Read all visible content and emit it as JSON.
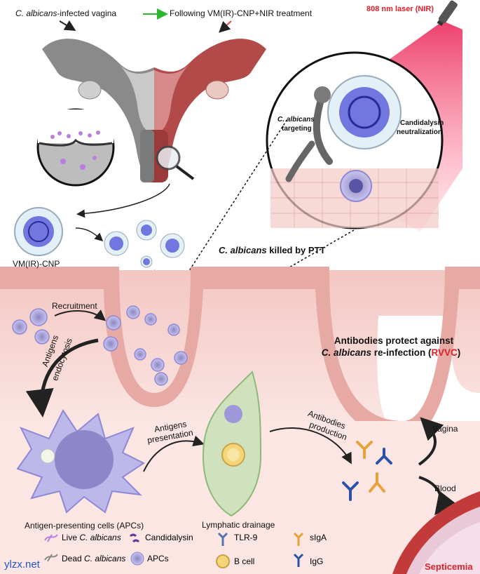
{
  "header": {
    "left_prefix": "C. albicans",
    "left_suffix": "-infected vagina",
    "right": "Following VM(IR)-CNP+NIR treatment",
    "laser": "808 nm laser (NIR)"
  },
  "zoom": {
    "targeting_1": "C. albicans",
    "targeting_2": "targeting",
    "neutral_1": "Candidalysin",
    "neutral_2": "neutralization",
    "ptt_prefix": "C. albicans",
    "ptt_suffix": " killed by PTT"
  },
  "np_label": "VM(IR)-CNP",
  "steps": {
    "recruitment": "Recruitment",
    "endocytosis_1": "Antigens",
    "endocytosis_2": "endocytosis",
    "apc_label": "Antigen-presenting cells (APCs)",
    "presentation_1": "Antigens",
    "presentation_2": "presentation",
    "lymph": "Lymphatic drainage",
    "production_1": "Antibodies",
    "production_2": "production",
    "vagina": "Vagina",
    "blood": "Blood",
    "septicemia": "Septicemia"
  },
  "protect": {
    "line1": "Antibodies protect against",
    "line2_prefix": "C. albicans",
    "line2_mid": " re-infection (",
    "line2_red": "RVVC",
    "line2_end": ")"
  },
  "legend": {
    "live_prefix": "Live ",
    "live_it": "C. albicans",
    "candidalysin": "Candidalysin",
    "tlr9": "TLR-9",
    "siga": "sIgA",
    "dead_prefix": "Dead ",
    "dead_it": "C. albicans",
    "apcs": "APCs",
    "bcell": "B cell",
    "igg": "IgG"
  },
  "watermark": "ylzx.net",
  "colors": {
    "laser": "#e8134a",
    "tissue": "#f3c7c2",
    "apc": "#a9a4dc",
    "lymph": "#cfe2bd",
    "igg": "#2c52a8",
    "siga": "#e6a33a"
  }
}
